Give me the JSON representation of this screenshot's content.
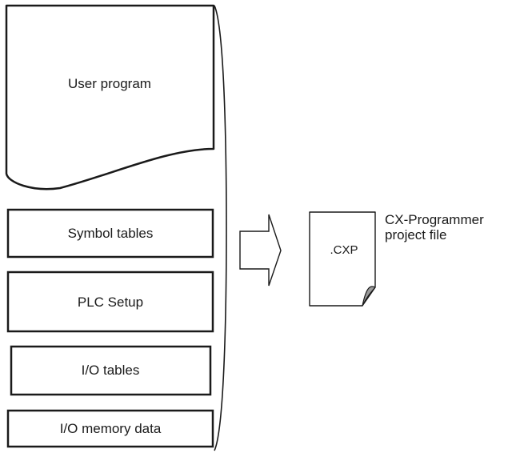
{
  "diagram": {
    "components": [
      {
        "label": "User program"
      },
      {
        "label": "Symbol tables"
      },
      {
        "label": "PLC Setup"
      },
      {
        "label": "I/O tables"
      },
      {
        "label": "I/O memory data"
      }
    ],
    "file": {
      "extension": ".CXP",
      "caption_line1": "CX-Programmer",
      "caption_line2": "project file"
    }
  }
}
